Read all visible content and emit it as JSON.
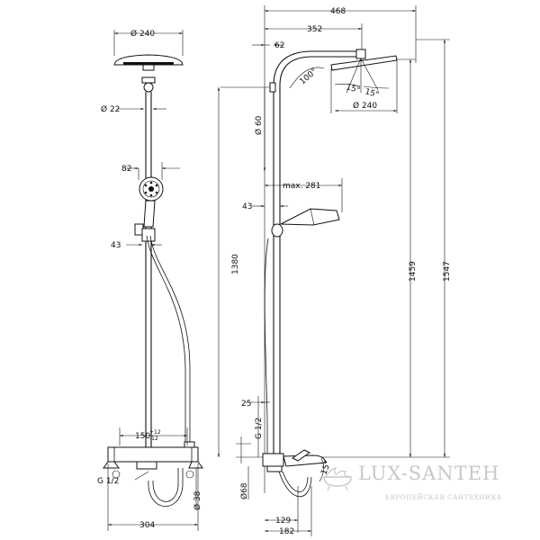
{
  "dimensions": {
    "front_head_diameter": "Ø 240",
    "front_pipe_diameter": "Ø 22",
    "front_handshower": "82",
    "front_holder": "43",
    "front_mixer_spacing": "150",
    "front_mixer_tolerance": "+12",
    "front_mixer_tolerance2": "-12",
    "front_inlet": "G 1/2",
    "front_escutcheon": "Ø 38",
    "front_total_width": "304",
    "side_total_projection": "468",
    "side_arm": "352",
    "side_pipe_offset": "62",
    "side_angle_arm": "100°",
    "side_head_tilt_a": "15°",
    "side_head_tilt_b": "15°",
    "side_head_diameter": "Ø 240",
    "side_pipe_diameter": "Ø 60",
    "side_handshower_reach": "max. 281",
    "side_holder": "43",
    "side_height_1380": "1380",
    "side_height_1459": "1459",
    "side_height_1547": "1547",
    "side_offset_25": "25",
    "side_inlet": "G 1/2",
    "side_escutcheon": "Ø68",
    "side_spout_angle": "15°",
    "side_depth_129": "129",
    "side_depth_182": "182"
  },
  "watermark": {
    "brand": "LUX-SANTEH",
    "tagline": "ЕВРОПЕЙСКАЯ САНТЕХНИКА"
  },
  "colors": {
    "lines": "#111111",
    "watermark": "#c8c8c8"
  }
}
